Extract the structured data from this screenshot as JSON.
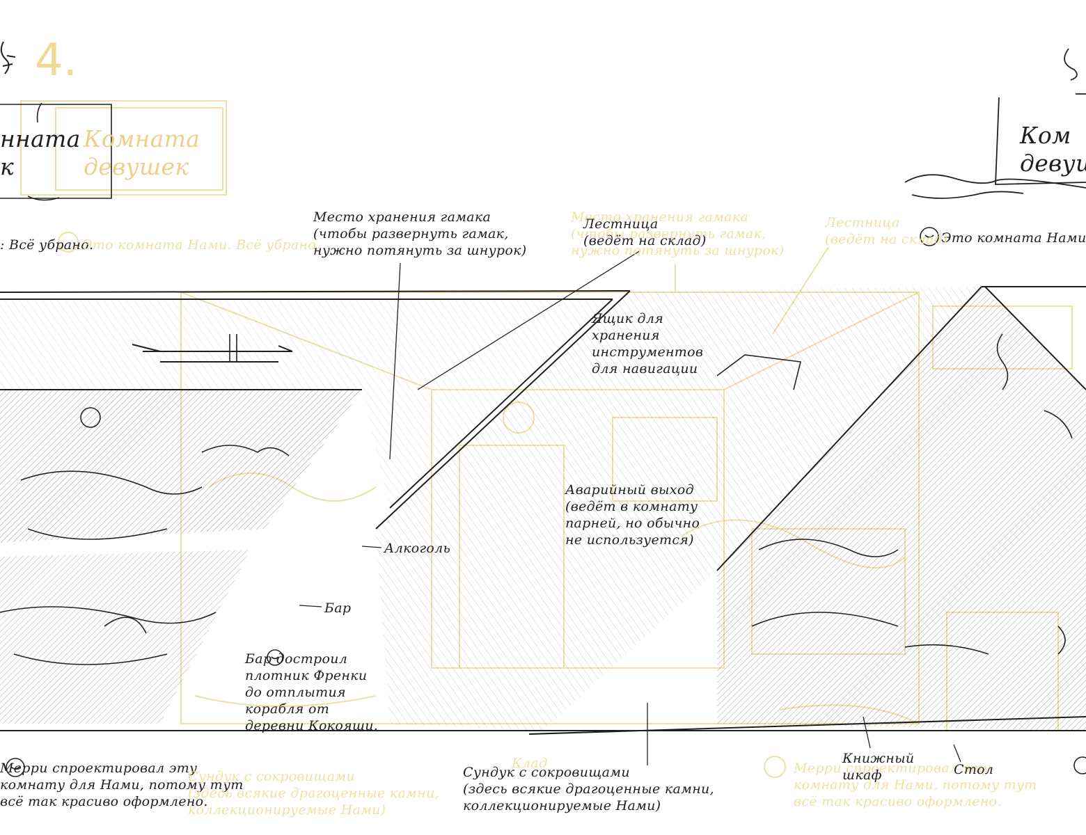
{
  "page": {
    "number": "4.",
    "title_left_fragment": "нната\nк",
    "title_ghost": "Комната\nдевушек",
    "title_right": "Ком\nдевушек"
  },
  "labels": {
    "left_note": ": Всё убрано.",
    "left_note_ghost": "Это комната Нами. Всё убрано.",
    "right_note": "Это комната Нами",
    "hammock": "Место хранения гамака\n(чтобы развернуть гамак,\nнужно потянуть за шнурок)",
    "hammock_ghost": "Место хранения гамака\n(чтобы развернуть гамак,\nнужно потянуть за шнурок)",
    "ladder": "Лестница\n(ведёт на склад)",
    "ladder_ghost": "Лестница\n(ведёт на склад)",
    "navbox": "Ящик для\nхранения\nинструментов\nдля навигации",
    "emergency": "Аварийный выход\n(ведёт в комнату\nпарней, но обычно\nне используется)",
    "alcohol": "Алкоголь",
    "bar": "Бар",
    "bar_note": "Бар достроил\nплотник Френки\nдо отплытия\nкорабля от\nдеревни Кокояши.",
    "merry_note": "Мерри спроектировал эту\nкомнату для Нами, потому тут\nвсё так красиво оформлено.",
    "merry_ghost": "Мерри спроектировал эту\nкомнату для Нами, потому тут\nвсё так красиво оформлено.",
    "chest": "Сундук с сокровищами\n(здесь всякие драгоценные камни,\nколлекционируемые Нами)",
    "chest_ghost": "Сундук с сокровищами\n(здесь всякие драгоценные камни,\nколлекционируемые Нами)",
    "bookshelf": "Книжный\nшкаф",
    "table": "Стол",
    "chest_short_ghost": "Клад"
  },
  "colors": {
    "ink": "#1f1f1f",
    "ghost": "#f2dfa0",
    "paper": "#ffffff"
  },
  "icons": {
    "note_marker": "circled-smile-icon"
  }
}
